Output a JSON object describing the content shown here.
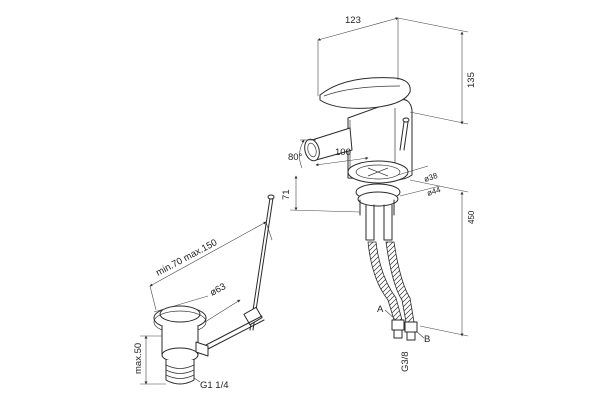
{
  "dimensions": {
    "width_123": "123",
    "height_135": "135",
    "reach_100": "100",
    "angle_80": "80°",
    "height_71": "71",
    "dia_38": "ø38",
    "dia_44": "ø44",
    "hose_450": "450",
    "popup_range": "min.70 max.150",
    "dia_63": "ø63",
    "max_50": "max.50",
    "thread_g114": "G1 1/4",
    "thread_g38": "G3/8",
    "hose_a": "A",
    "hose_b": "B"
  }
}
